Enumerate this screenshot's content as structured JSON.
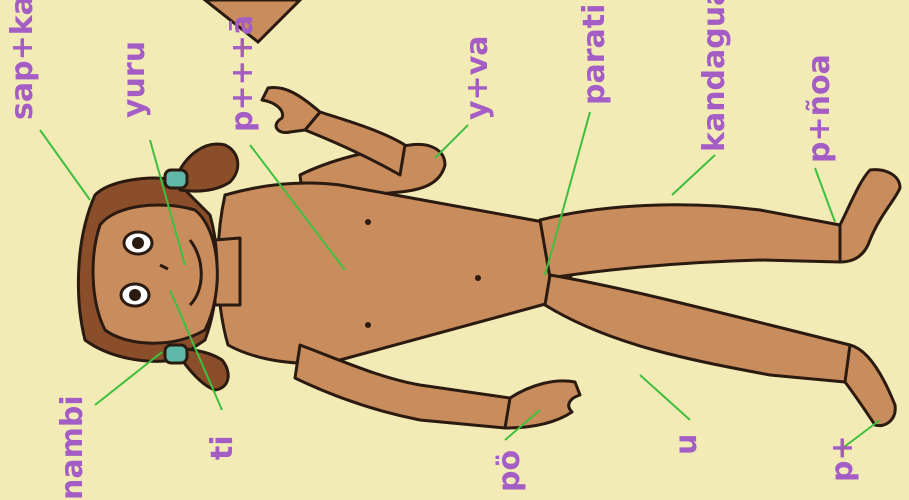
{
  "labels": {
    "saptka": "sap+ka",
    "yuru": "yuru",
    "pttta": "p+++ā",
    "ytva": "y+va",
    "parati": "parati",
    "kandagua": "kandagua",
    "ptnoa": "p+ñoa",
    "nambi": "nambi",
    "ti": "ti",
    "po": "pö",
    "u": "u",
    "pt": "p+"
  },
  "colors": {
    "background": "#f3ebb6",
    "label": "#a45dc4",
    "leader_line": "#3fbf3f",
    "skin": "#c98d5d",
    "hair": "#8a4f2a",
    "outline": "#2a1a10"
  }
}
